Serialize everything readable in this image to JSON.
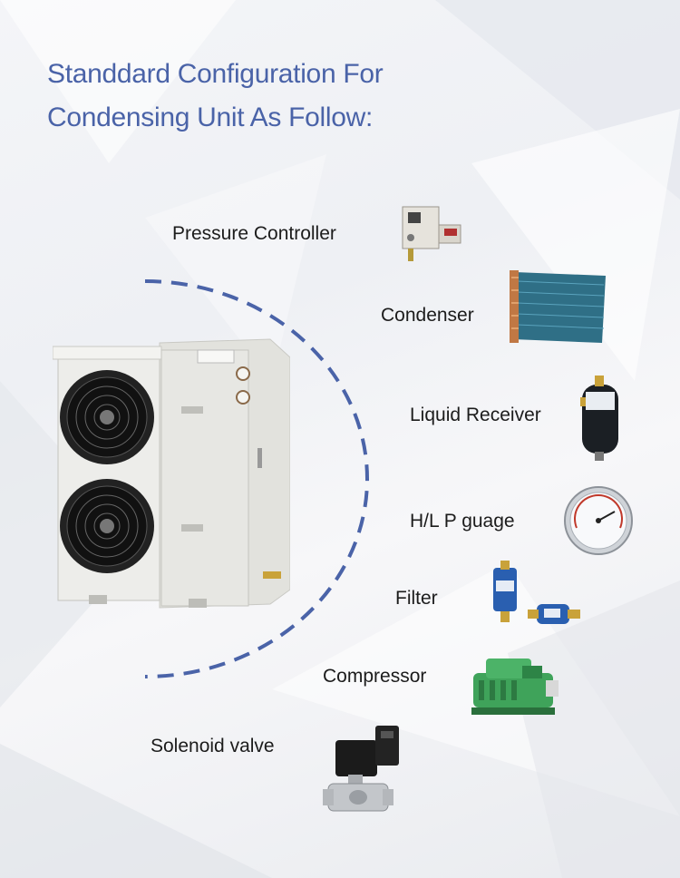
{
  "title": {
    "line1": "Standdard Configuration For",
    "line2": "Condensing Unit As Follow:"
  },
  "components": [
    {
      "label": "Pressure Controller",
      "icon": "pressure-controller-icon"
    },
    {
      "label": "Condenser",
      "icon": "condenser-icon"
    },
    {
      "label": "Liquid Receiver",
      "icon": "liquid-receiver-icon"
    },
    {
      "label": "H/L P guage",
      "icon": "pressure-gauge-icon"
    },
    {
      "label": "Filter",
      "icon": "filter-drier-icon"
    },
    {
      "label": "Compressor",
      "icon": "compressor-icon"
    },
    {
      "label": "Solenoid valve",
      "icon": "solenoid-valve-icon"
    }
  ],
  "colors": {
    "title": "#4a63a8",
    "arc": "#4a63a8",
    "label": "#1c1c1c"
  }
}
